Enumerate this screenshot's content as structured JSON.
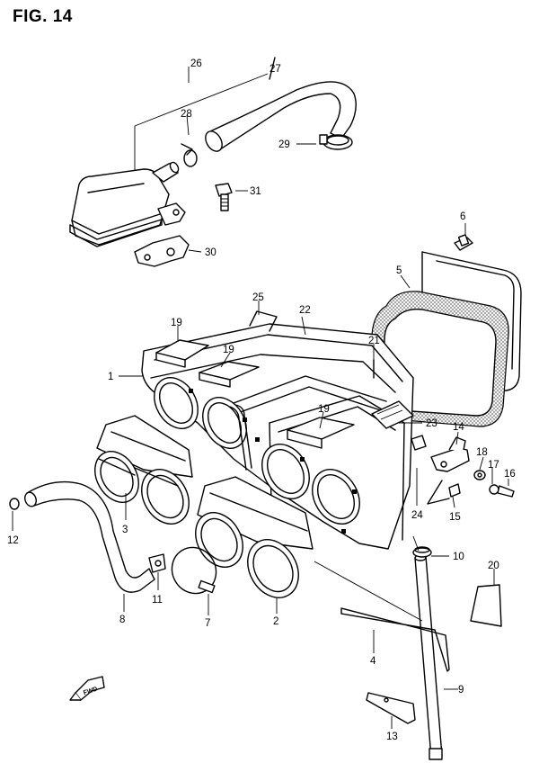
{
  "figure": {
    "title": "FIG. 14"
  },
  "fwd_label": "FWD",
  "callouts": [
    "26",
    "27",
    "28",
    "29",
    "31",
    "6",
    "30",
    "5",
    "25",
    "22",
    "19",
    "19",
    "21",
    "1",
    "19",
    "23",
    "14",
    "18",
    "17",
    "16",
    "24",
    "15",
    "10",
    "12",
    "3",
    "11",
    "7",
    "2",
    "20",
    "8",
    "4",
    "9",
    "13"
  ]
}
